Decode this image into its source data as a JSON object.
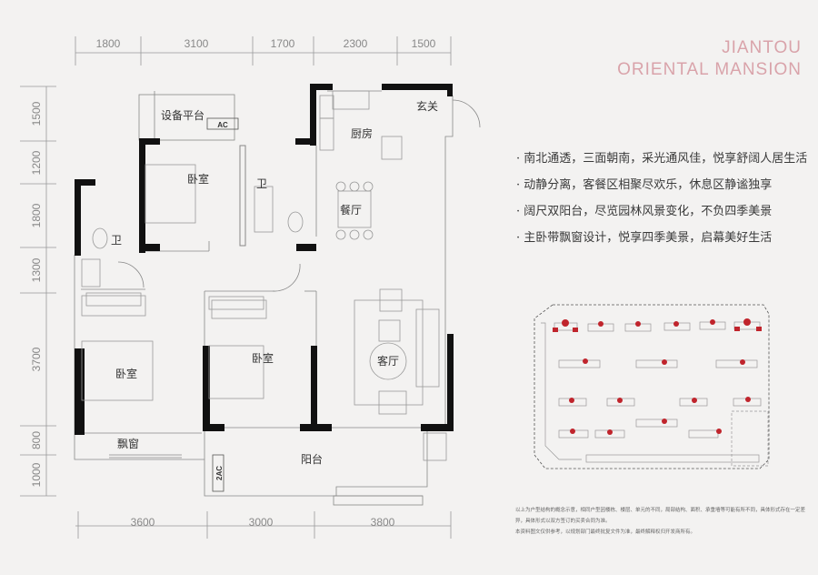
{
  "brand": {
    "line1": "JIANTOU",
    "line2": "ORIENTAL MANSION",
    "color": "#d9a3aa"
  },
  "dimensions": {
    "top": [
      "1800",
      "3100",
      "1700",
      "2300",
      "1500"
    ],
    "left": [
      "1500",
      "1200",
      "1800",
      "1300",
      "3700",
      "800",
      "1000"
    ],
    "bottom": [
      "3600",
      "3000",
      "3800"
    ]
  },
  "rooms": {
    "equipment_platform": "设备平台",
    "ac": "AC",
    "foyer": "玄关",
    "kitchen": "厨房",
    "bedroom_north": "卧室",
    "bath_center": "卫",
    "dining": "餐厅",
    "bath_west": "卫",
    "master_bedroom": "卧室",
    "second_bedroom": "卧室",
    "living": "客厅",
    "bay_window": "飘窗",
    "balcony": "阳台",
    "ac2": "2AC"
  },
  "features": [
    "南北通透，三面朝南，采光通风佳，悦享舒阔人居生活",
    "动静分离，客餐区相聚尽欢乐，休息区静谧独享",
    "阔尺双阳台，尽览园林风景变化，不负四季美景",
    "主卧带飘窗设计，悦享四季美景，启幕美好生活"
  ],
  "disclaimer": [
    "以上为户型结构的概念示意，相同户型因楼栋、楼层、单元的不同，局部结构、面积、承重墙等可能有所不同，具体形式存在一定差异，具体形式以双方签订的买卖合同为准。",
    "本资料图文仅供参考，以规划部门最终批复文件为准，最终解释权归开发商所有。"
  ],
  "site_plan": {
    "highlight_color": "#c0242c"
  }
}
